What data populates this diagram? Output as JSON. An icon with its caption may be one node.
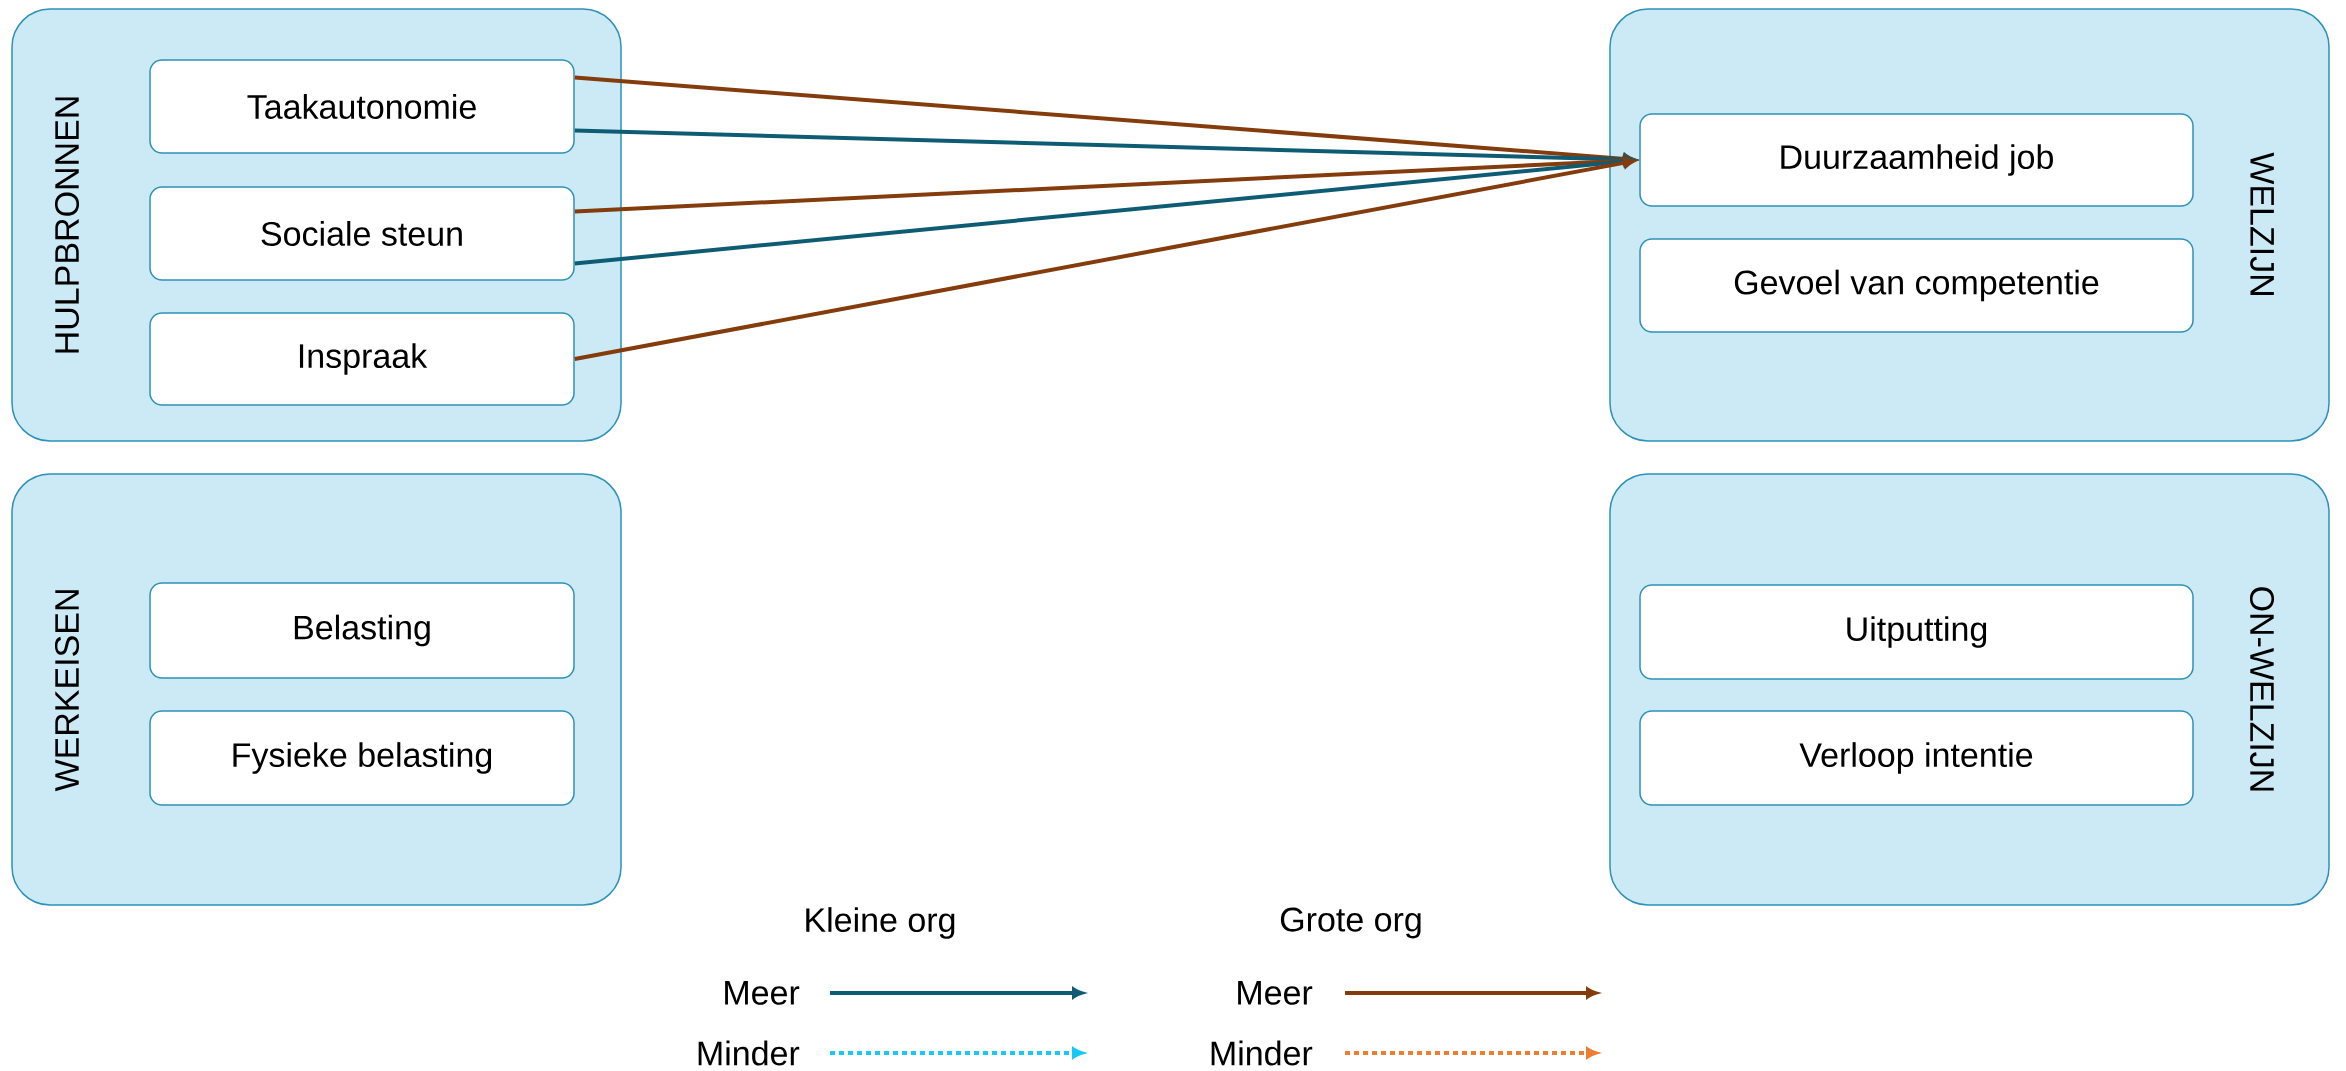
{
  "diagram": {
    "nodes": [
      {
        "text": [
          "HULPBRONNEN"
        ]
      },
      {
        "text": [
          "Taakautonomie"
        ],
        "in": 0
      },
      {
        "text": [
          "Sociale steun"
        ],
        "in": 0
      },
      {
        "text": [
          "Inspraak"
        ],
        "in": 0
      },
      {
        "text": [
          "WERKEISEN"
        ]
      },
      {
        "text": [
          "Belasting"
        ],
        "in": 4
      },
      {
        "text": [
          "Fysieke belasting"
        ],
        "in": 4
      },
      {
        "text": [
          "WELZIJN"
        ]
      },
      {
        "text": [
          "Duurzaamheid job"
        ],
        "in": 7
      },
      {
        "text": [
          "Gevoel van competentie"
        ],
        "in": 7
      },
      {
        "text": [
          "ON-WELZIJN"
        ]
      },
      {
        "text": [
          "Uitputting"
        ],
        "in": 10
      },
      {
        "text": [
          "Verloop intentie"
        ],
        "in": 10
      }
    ],
    "edges": [
      {
        "from": 1,
        "to": 8,
        "arrow": "to"
      },
      {
        "from": 1,
        "to": 8,
        "arrow": "to",
        "color": "#0e5c74"
      },
      {
        "from": 2,
        "to": 8,
        "arrow": "to"
      },
      {
        "from": 2,
        "to": 8,
        "arrow": "to",
        "color": "#0e5c74"
      },
      {
        "from": 3,
        "to": 8,
        "arrow": "to"
      }
    ],
    "labels": [
      "Kleine org",
      "Grote org"
    ],
    "legend": [
      {
        "text": "Meer"
      },
      {
        "text": "Minder"
      },
      {
        "text": "Meer"
      },
      {
        "text": "Minder"
      }
    ]
  }
}
